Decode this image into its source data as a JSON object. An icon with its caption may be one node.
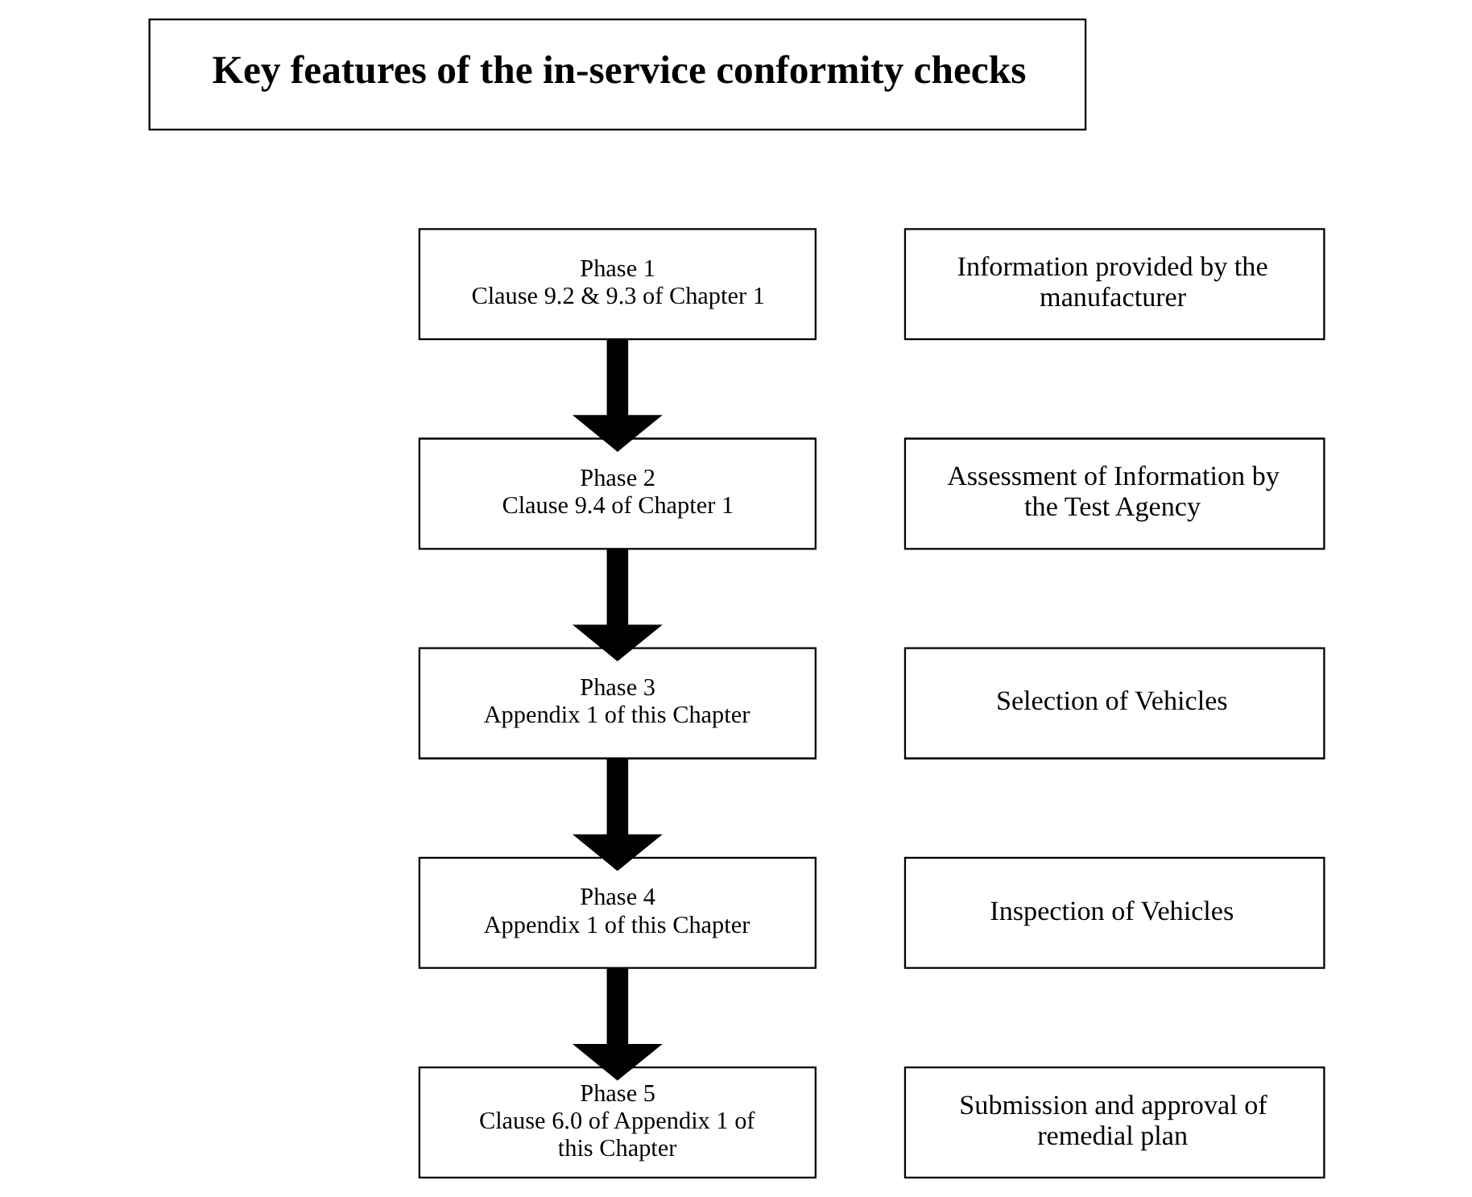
{
  "diagram": {
    "nodes": [
      {
        "text": [
          "Key features of the in-service conformity checks"
        ]
      },
      {
        "text": [
          "Phase 1",
          "Clause 9.2 & 9.3 of Chapter 1"
        ]
      },
      {
        "text": [
          "Information provided by the manufacturer"
        ]
      },
      {
        "text": [
          "Phase 2",
          "Clause 9.4 of Chapter 1"
        ]
      },
      {
        "text": [
          "Assessment of Information by the Test Agency"
        ]
      },
      {
        "text": [
          "Phase 3",
          "Appendix 1 of this Chapter"
        ]
      },
      {
        "text": [
          "Selection of Vehicles"
        ]
      },
      {
        "text": [
          "Phase 4",
          "Appendix 1 of this Chapter"
        ]
      },
      {
        "text": [
          "Inspection of Vehicles"
        ]
      },
      {
        "text": [
          "Phase 5",
          "Clause 6.0 of Appendix 1 of this Chapter"
        ]
      },
      {
        "text": [
          "Submission and approval of remedial plan"
        ]
      }
    ],
    "edges": [
      {
        "from": 1,
        "to": 3,
        "arrow": "to"
      },
      {
        "from": 3,
        "to": 5,
        "arrow": "to"
      },
      {
        "from": 5,
        "to": 7,
        "arrow": "to"
      },
      {
        "from": 7,
        "to": 9,
        "arrow": "to"
      }
    ]
  }
}
